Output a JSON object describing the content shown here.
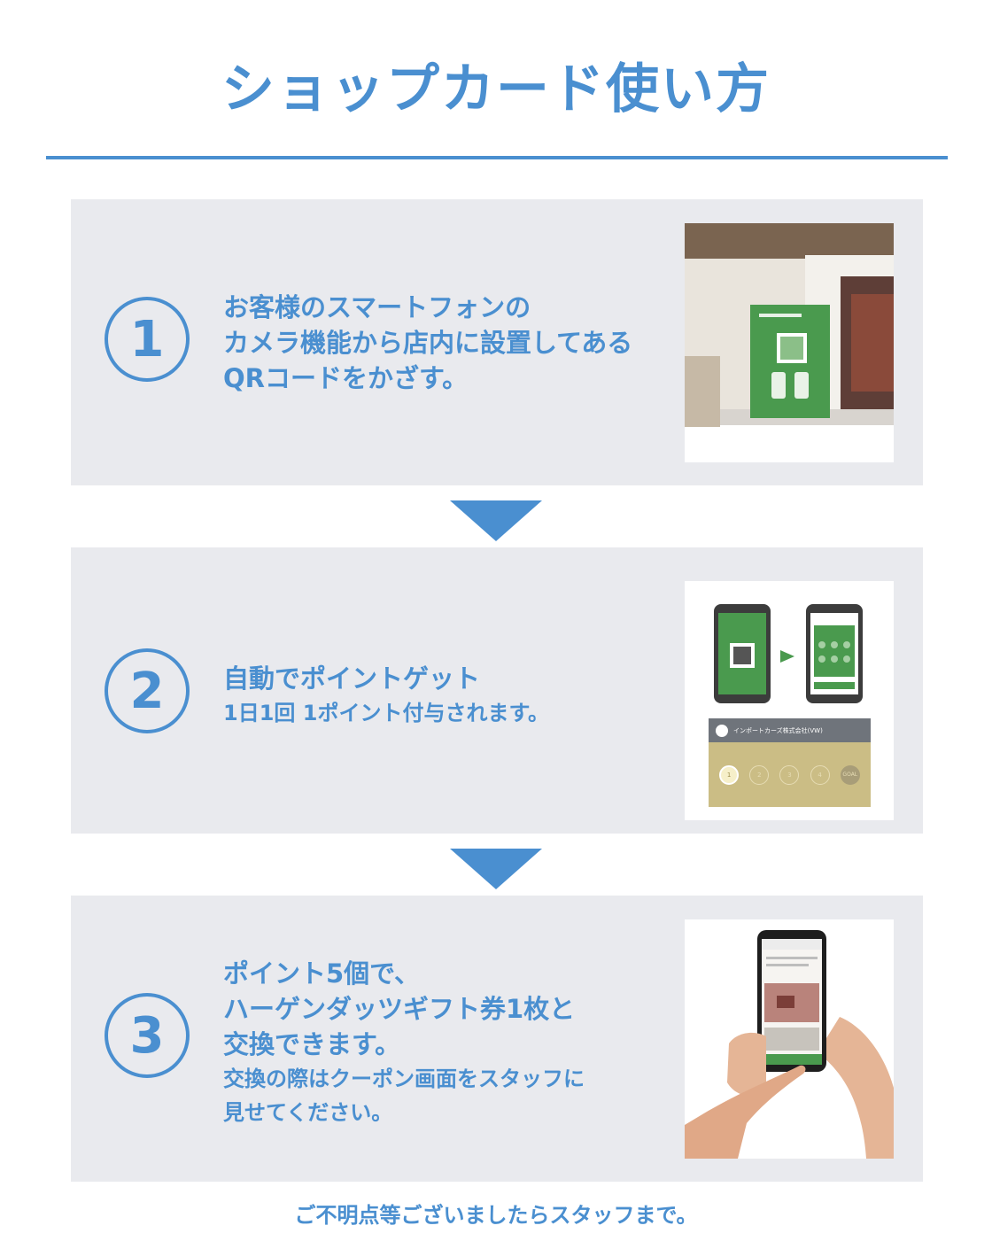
{
  "title": "ショップカード使い方",
  "steps": [
    {
      "number": "1",
      "lines": [
        "お客様のスマートフォンの",
        "カメラ機能から店内に設置してある",
        "QRコードをかざす。"
      ],
      "notes": []
    },
    {
      "number": "2",
      "lines": [
        "自動でポイントゲット"
      ],
      "notes": [
        "1日1回 1ポイント付与されます。"
      ]
    },
    {
      "number": "3",
      "lines": [
        "ポイント5個で、",
        "ハーゲンダッツギフト券1枚と",
        "交換できます。"
      ],
      "notes": [
        "交換の際はクーポン画面をスタッフに",
        "見せてください。"
      ]
    }
  ],
  "card_preview": {
    "shop_name": "インポートカーズ株式会社(VW)",
    "stamps": [
      "1",
      "2",
      "3",
      "4",
      "GOAL"
    ]
  },
  "footer": "ご不明点等ございましたらスタッフまで。",
  "colors": {
    "accent": "#4a8fd0",
    "panel": "#e9eaee",
    "card_green": "#4a9a4e",
    "card_gold": "#cbbd85"
  }
}
